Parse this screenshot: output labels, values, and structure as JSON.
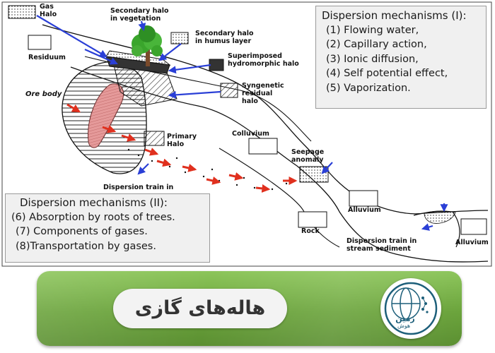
{
  "diagram": {
    "labels": {
      "gas_halo": "Gas\nHalo",
      "secondary_veg": "Secondary halo\nin vegetation",
      "secondary_humus": "Secondary halo\nin humus layer",
      "superimposed": "Superimposed\nhydromorphic halo",
      "syngenetic": "Syngenetic\nresidual\nhalo",
      "residuum": "Residuum",
      "ore_body": "Ore body",
      "primary_halo": "Primary\nHalo",
      "colluvium": "Colluvium",
      "seepage": "Seepage\nanomaly",
      "dispersion_train": "Dispersion train in",
      "alluvium_left": "Alluvium",
      "alluvium_right": "Alluvium",
      "rock": "Rock",
      "stream_train": "Dispersion train in\nstream sediment"
    },
    "colors": {
      "blue_arrow": "#2a3fd6",
      "red_arrow": "#e0301e",
      "ore": "#e59a9a",
      "tree": "#3aa52c"
    }
  },
  "mechanisms_1": {
    "title": "Dispersion mechanisms (I):",
    "items": [
      "(1) Flowing water,",
      "(2) Capillary action,",
      "(3) Ionic diffusion,",
      "(4) Self potential effect,",
      "(5) Vaporization."
    ]
  },
  "mechanisms_2": {
    "title": "Dispersion mechanisms (II):",
    "items": [
      "(6) Absorption by roots of trees.",
      "(7) Components of gases.",
      "(8)Transportation by gases."
    ]
  },
  "banner": {
    "title": "هاله‌های گازی",
    "logo_text": "زمین",
    "logo_sub": "هوش",
    "colors": {
      "green": "#6aa33b",
      "pill": "#f3f3f3"
    }
  }
}
